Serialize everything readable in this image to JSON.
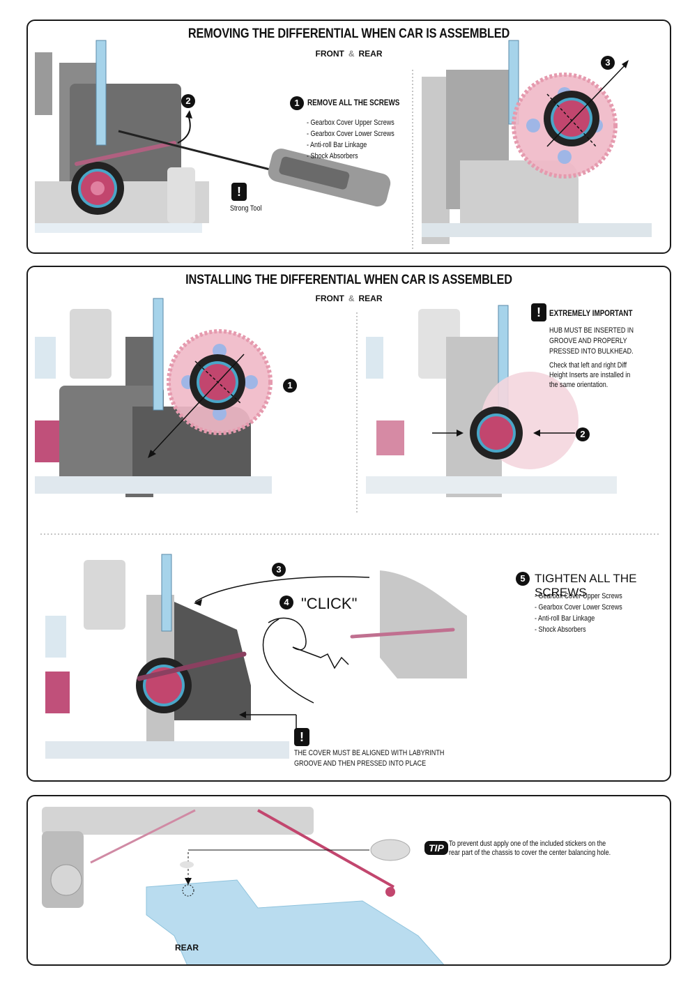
{
  "section1": {
    "title": "REMOVING THE DIFFERENTIAL WHEN CAR IS ASSEMBLED",
    "front_label": "FRONT",
    "amp": "&",
    "rear_label": "REAR",
    "step1_number": "1",
    "step1_heading": "REMOVE ALL THE SCREWS",
    "step1_items": [
      "- Gearbox Cover Upper Screws",
      "- Gearbox Cover Lower Screws",
      "- Anti-roll Bar Linkage",
      "- Shock Absorbers"
    ],
    "step2_number": "2",
    "step3_number": "3",
    "warning_icon": "!",
    "strong_tool_label": "Strong Tool"
  },
  "section2": {
    "title": "INSTALLING THE DIFFERENTIAL WHEN CAR IS ASSEMBLED",
    "front_label": "FRONT",
    "amp": "&",
    "rear_label": "REAR",
    "step1_number": "1",
    "step2_number": "2",
    "step3_number": "3",
    "step4_number": "4",
    "step5_number": "5",
    "important_icon": "!",
    "important_heading": "EXTREMELY IMPORTANT",
    "important_line1": "HUB MUST BE INSERTED IN",
    "important_line2": "GROOVE AND PROPERLY",
    "important_line3": "PRESSED INTO BULKHEAD.",
    "check_line1": "Check that left and right Diff",
    "check_line2": "Height Inserts are installed in",
    "check_line3": "the same orientation.",
    "click_label": "\"CLICK\"",
    "tighten_heading": "TIGHTEN ALL THE SCREWS",
    "tighten_items": [
      "- Gearbox Cover Upper Screws",
      "- Gearbox Cover Lower Screws",
      "- Anti-roll Bar Linkage",
      "- Shock Absorbers"
    ],
    "cover_warning_icon": "!",
    "cover_line1": "THE COVER MUST BE ALIGNED WITH LABYRINTH",
    "cover_line2": "GROOVE AND THEN PRESSED INTO PLACE"
  },
  "section3": {
    "tip_label": "TIP",
    "tip_line1": "To prevent dust apply one of the included stickers on the",
    "tip_line2": "rear part of the chassis to cover the center balancing hole.",
    "rear_label": "REAR"
  },
  "colors": {
    "outline": "#1a1a1a",
    "gray_part": "#7a7a7a",
    "light_gray": "#c8c8c8",
    "gear_pink": "#e8a7b5",
    "hub_pink": "#c2466e",
    "hub_ring_blue": "#4aa6c8",
    "shaft_blue": "#a6d3ea",
    "chassis_blue": "#b9dcef"
  }
}
